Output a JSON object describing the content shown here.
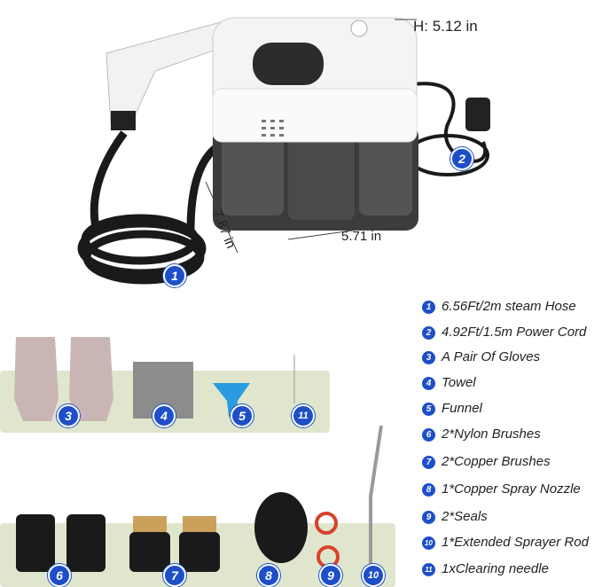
{
  "dimensions": {
    "height": "H: 5.12 in",
    "depth": "7.87 in",
    "width": "5.71 in"
  },
  "badges": [
    "1",
    "2",
    "3",
    "4",
    "5",
    "6",
    "7",
    "8",
    "9",
    "10",
    "11"
  ],
  "badge_color": "#1d4fc9",
  "panel_color": "#dfe6cd",
  "legend": [
    {
      "num": "1",
      "text": "6.56Ft/2m steam Hose"
    },
    {
      "num": "2",
      "text": "4.92Ft/1.5m Power Cord"
    },
    {
      "num": "3",
      "text": "A Pair Of Gloves"
    },
    {
      "num": "4",
      "text": "Towel"
    },
    {
      "num": "5",
      "text": "Funnel"
    },
    {
      "num": "6",
      "text": "2*Nylon Brushes"
    },
    {
      "num": "7",
      "text": "2*Copper Brushes"
    },
    {
      "num": "8",
      "text": "1*Copper Spray Nozzle"
    },
    {
      "num": "9",
      "text": "2*Seals"
    },
    {
      "num": "10",
      "text": "1*Extended Sprayer Rod"
    },
    {
      "num": "11",
      "text": "1xClearing needle"
    }
  ]
}
